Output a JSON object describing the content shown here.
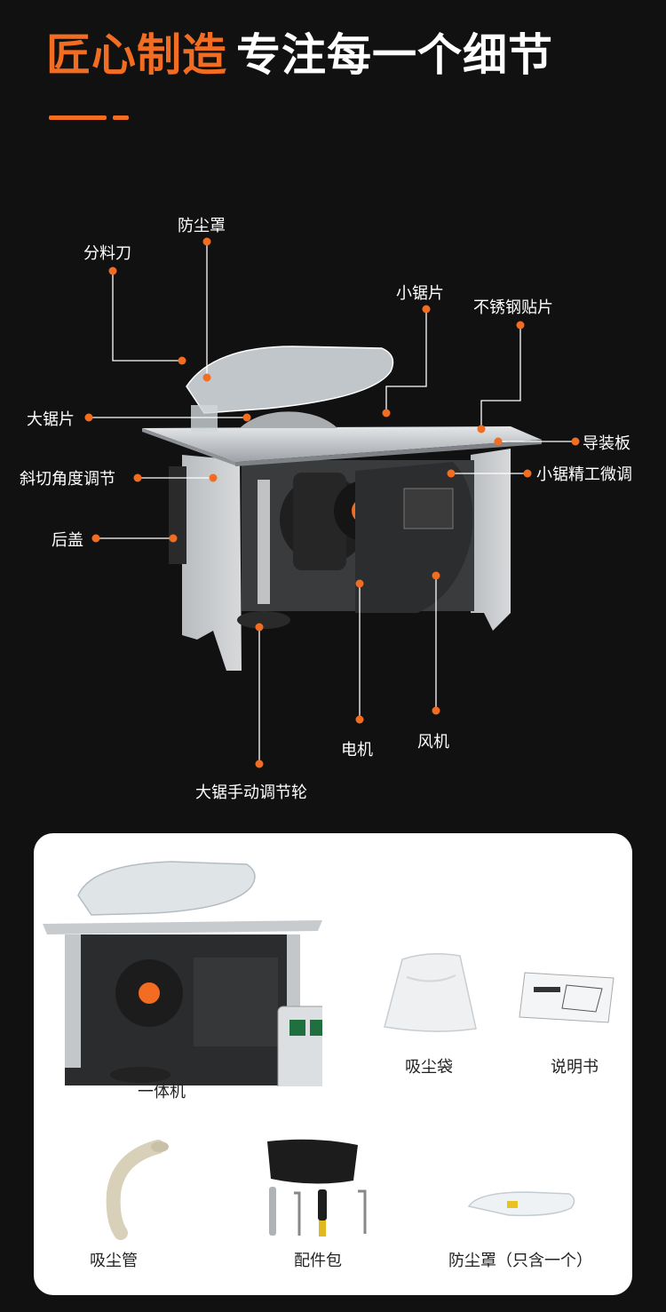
{
  "header": {
    "title_accent": "匠心制造",
    "title_rest": "专注每一个细节"
  },
  "colors": {
    "accent": "#f26d21",
    "background": "#111111",
    "panel": "#ffffff"
  },
  "callouts": {
    "anti_dust_cover": "防尘罩",
    "riving_knife": "分料刀",
    "small_blade": "小锯片",
    "stainless_plate": "不锈钢贴片",
    "large_blade": "大锯片",
    "guide_plate": "导装板",
    "bevel_adjust": "斜切角度调节",
    "small_saw_fine_adjust": "小锯精工微调",
    "rear_cover": "后盖",
    "motor": "电机",
    "fan": "风机",
    "handwheel": "大锯手动调节轮"
  },
  "package": {
    "items": [
      {
        "label": "一体机",
        "icon": "table-saw-unit"
      },
      {
        "label": "吸尘袋",
        "icon": "dust-bag"
      },
      {
        "label": "说明书",
        "icon": "manual"
      },
      {
        "label": "吸尘管",
        "icon": "dust-hose"
      },
      {
        "label": "配件包",
        "icon": "accessory-kit"
      },
      {
        "label": "防尘罩（只含一个）",
        "icon": "blade-guard"
      }
    ]
  }
}
